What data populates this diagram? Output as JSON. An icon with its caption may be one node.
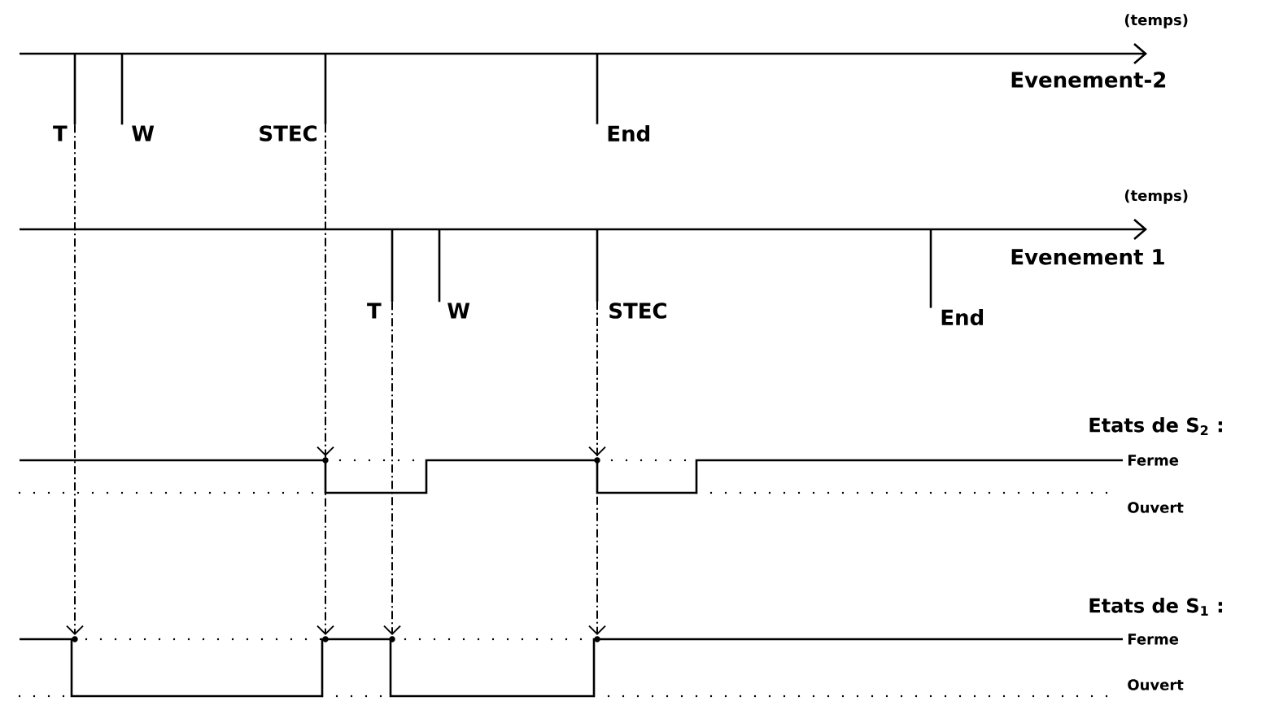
{
  "diagram": {
    "nodes": [
      {
        "text": [
          "T"
        ]
      },
      {
        "text": [
          "W"
        ]
      },
      {
        "text": [
          "STEC"
        ]
      },
      {
        "text": [
          "End"
        ]
      },
      {
        "text": [
          "T"
        ]
      },
      {
        "text": [
          "W"
        ]
      },
      {
        "text": [
          "STEC"
        ]
      },
      {
        "text": [
          "End"
        ]
      },
      {
        "text": [],
        "shape": "point"
      },
      {
        "text": [],
        "shape": "point"
      },
      {
        "text": [],
        "shape": "point"
      },
      {
        "text": [],
        "shape": "point"
      },
      {
        "text": [],
        "shape": "point"
      },
      {
        "text": [],
        "shape": "point"
      }
    ],
    "edges": [
      {
        "from": 0,
        "to": null,
        "arrow": "none"
      },
      {
        "from": 1,
        "to": null,
        "arrow": "none"
      },
      {
        "from": 2,
        "to": null,
        "arrow": "none"
      },
      {
        "from": 3,
        "to": null,
        "arrow": "none"
      },
      {
        "from": 4,
        "to": null,
        "arrow": "none"
      },
      {
        "from": 5,
        "to": null,
        "arrow": "none"
      },
      {
        "from": 6,
        "to": null,
        "arrow": "none"
      },
      {
        "from": 7,
        "to": null,
        "arrow": "none"
      },
      {
        "from": 0,
        "to": 10,
        "arrow": "to",
        "style": "dashed"
      },
      {
        "from": 2,
        "to": 8,
        "arrow": "to",
        "style": "dashed"
      },
      {
        "from": 2,
        "to": 11,
        "arrow": "to",
        "style": "dashed"
      },
      {
        "from": 4,
        "to": 12,
        "arrow": "to",
        "style": "dashed"
      },
      {
        "from": 6,
        "to": 9,
        "arrow": "to",
        "style": "dashed"
      },
      {
        "from": 6,
        "to": 13,
        "arrow": "to",
        "style": "dashed"
      }
    ],
    "labels": [
      "(temps)",
      "Evenement-2",
      "(temps)",
      "Evenement 1",
      "Etats de S$_{2}$ :",
      "Ferme",
      "Ouvert",
      "Etats de S$_{1}$ :",
      "Ferme",
      "Ouvert"
    ]
  }
}
